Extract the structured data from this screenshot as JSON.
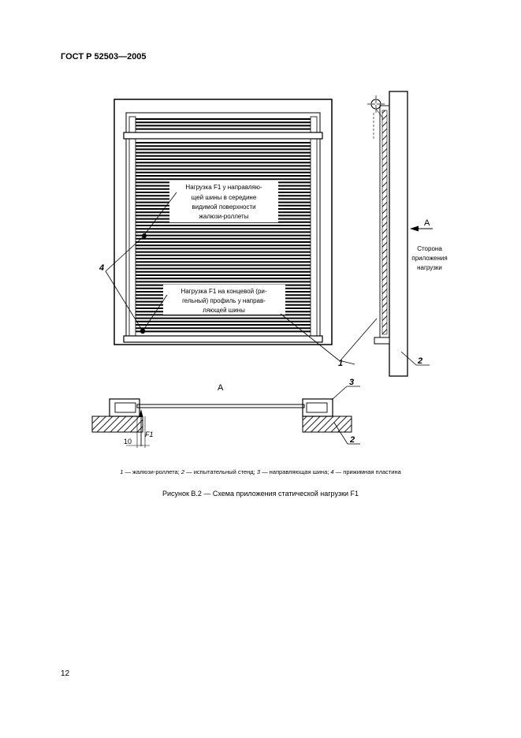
{
  "header": {
    "standard": "ГОСТ Р 52503—2005"
  },
  "figure": {
    "note_top": [
      "Нагрузка F1 у направляю-",
      "щей шины в середине",
      "видимой поверхности",
      "жалюзи-роллеты"
    ],
    "note_bottom": [
      "Нагрузка F1 на концевой (ри-",
      "гельный) профиль у направ-",
      "ляющей шины"
    ],
    "side_note": [
      "Сторона",
      "приложения",
      "нагрузки"
    ],
    "view_arrow": "A",
    "view_title": "A",
    "labels": {
      "one": "1",
      "two": "2",
      "three": "3",
      "four": "4"
    },
    "dimension": "10",
    "force": "F1"
  },
  "legend": [
    {
      "num": "1",
      "text": " — жалюзи-роллета; "
    },
    {
      "num": "2",
      "text": " — испытательный стенд; "
    },
    {
      "num": "3",
      "text": " — направляющая шина; "
    },
    {
      "num": "4",
      "text": " — прижимная пластина"
    }
  ],
  "caption": "Рисунок В.2 — Схема приложения статической нагрузки F1",
  "page_number": "12"
}
